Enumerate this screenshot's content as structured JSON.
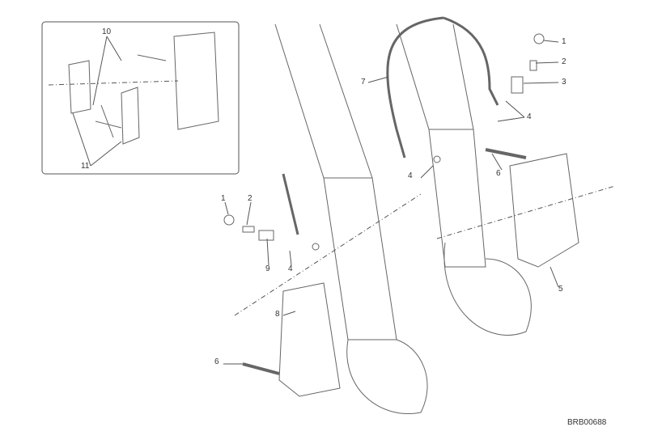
{
  "diagram_code": "BRB00688",
  "callouts": [
    {
      "id": "inset-10",
      "text": "10"
    },
    {
      "id": "inset-11",
      "text": "11"
    },
    {
      "id": "top-1",
      "text": "1"
    },
    {
      "id": "top-2",
      "text": "2"
    },
    {
      "id": "top-3",
      "text": "3"
    },
    {
      "id": "top-4",
      "text": "4"
    },
    {
      "id": "hose-7",
      "text": "7"
    },
    {
      "id": "mid-4",
      "text": "4"
    },
    {
      "id": "right-6",
      "text": "6"
    },
    {
      "id": "right-5",
      "text": "5"
    },
    {
      "id": "left-1",
      "text": "1"
    },
    {
      "id": "left-2",
      "text": "2"
    },
    {
      "id": "left-9",
      "text": "9"
    },
    {
      "id": "left-4",
      "text": "4"
    },
    {
      "id": "left-8",
      "text": "8"
    },
    {
      "id": "left-6",
      "text": "6"
    }
  ]
}
